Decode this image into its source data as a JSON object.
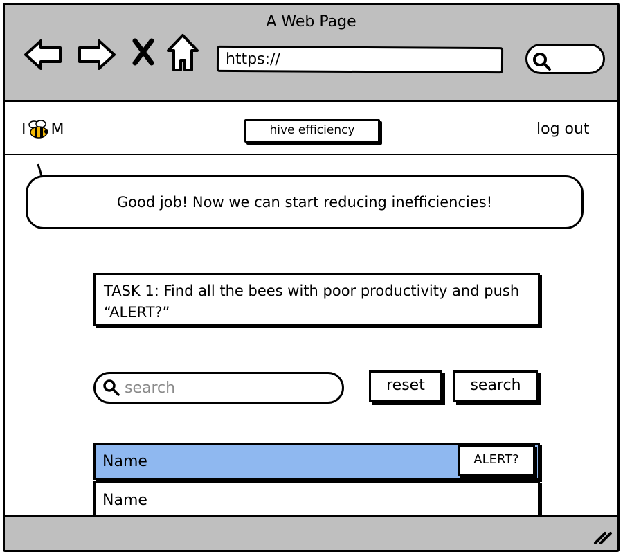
{
  "window": {
    "title": "A Web Page"
  },
  "browser": {
    "url": "https://",
    "icons": [
      "back-arrow-icon",
      "forward-arrow-icon",
      "close-x-icon",
      "home-icon",
      "search-icon"
    ]
  },
  "header": {
    "logo_left": "I",
    "logo_right": "M",
    "logo_icon": "bee-icon",
    "nav_button": "hive efficiency",
    "logout": "log out"
  },
  "message": {
    "text": "Good job! Now we can start reducing inefficiencies!"
  },
  "task": {
    "text": "TASK 1: Find all the bees with poor productivity and push “ALERT?”"
  },
  "search": {
    "placeholder": "search",
    "value": "",
    "reset_label": "reset",
    "search_label": "search"
  },
  "table": {
    "rows": [
      {
        "name": "Name",
        "selected": true,
        "action": "ALERT?"
      },
      {
        "name": "Name",
        "selected": false
      }
    ]
  },
  "colors": {
    "chrome": "#bfbfbf",
    "selected_row": "#8fb8f0",
    "placeholder": "#8a8a8a"
  }
}
